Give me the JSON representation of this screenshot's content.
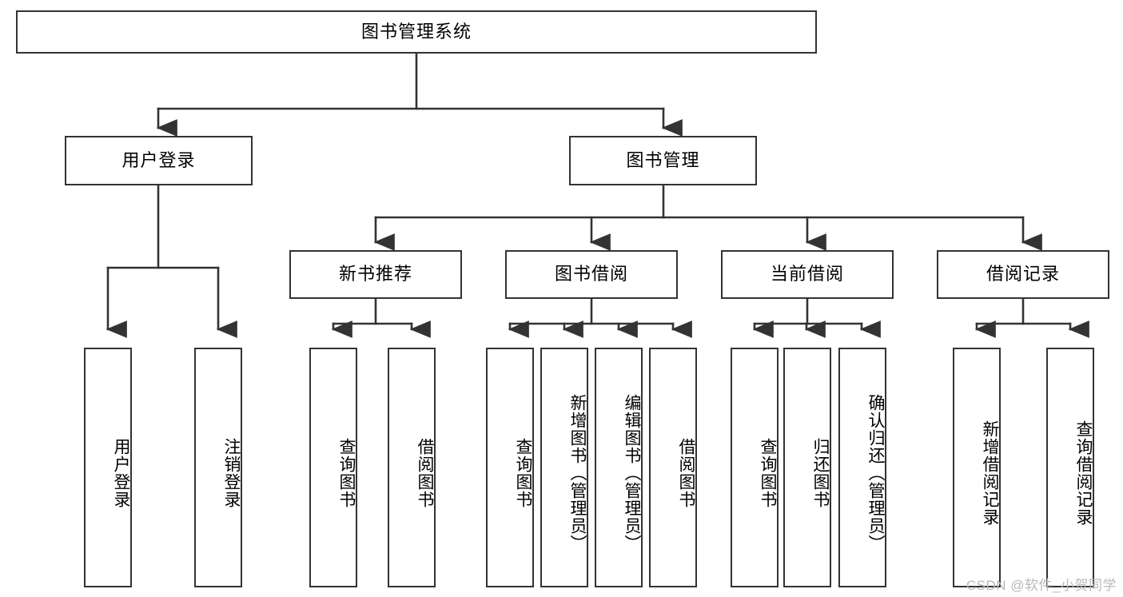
{
  "diagram": {
    "title": "图书管理系统",
    "type": "tree-hierarchy-diagram",
    "root": {
      "label": "图书管理系统"
    },
    "level1": [
      {
        "label": "用户登录"
      },
      {
        "label": "图书管理"
      }
    ],
    "level2": [
      {
        "label": "新书推荐"
      },
      {
        "label": "图书借阅"
      },
      {
        "label": "当前借阅"
      },
      {
        "label": "借阅记录"
      }
    ],
    "leaves": {
      "user_login": [
        {
          "label": "用户登录"
        },
        {
          "label": "注销登录"
        }
      ],
      "new_book_recommend": [
        {
          "label": "查询图书"
        },
        {
          "label": "借阅图书"
        }
      ],
      "book_borrow": [
        {
          "label": "查询图书"
        },
        {
          "label": "新增图书（管理员）"
        },
        {
          "label": "编辑图书（管理员）"
        },
        {
          "label": "借阅图书"
        }
      ],
      "current_borrow": [
        {
          "label": "查询图书"
        },
        {
          "label": "归还图书"
        },
        {
          "label": "确认归还（管理员）"
        }
      ],
      "borrow_record": [
        {
          "label": "新增借阅记录"
        },
        {
          "label": "查询借阅记录"
        }
      ]
    },
    "colors": {
      "stroke": "#333333",
      "fill": "#ffffff",
      "text": "#000000",
      "watermark": "#b9b9b9"
    }
  },
  "watermark": {
    "text": "CSDN @软件_小贺同学"
  }
}
